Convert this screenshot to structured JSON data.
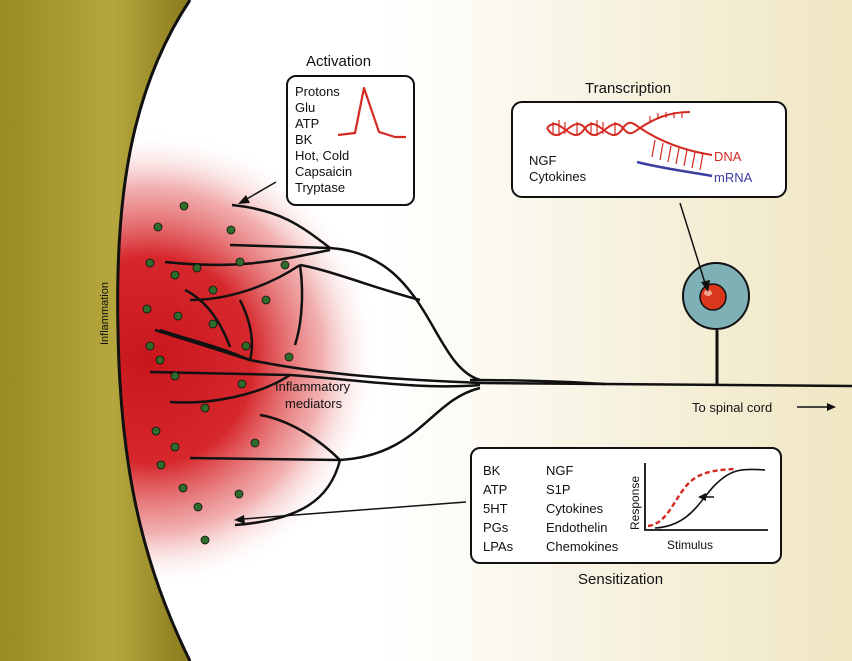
{
  "inflammation_label": "Inflammation",
  "inflammatory_mediators": [
    "Inflammatory",
    "mediators"
  ],
  "to_spinal_cord": "To spinal cord",
  "activation": {
    "title": "Activation",
    "items": [
      "Protons",
      "Glu",
      "ATP",
      "BK",
      "Hot, Cold",
      "Capsaicin",
      "Tryptase"
    ]
  },
  "transcription": {
    "title": "Transcription",
    "left_items": [
      "NGF",
      "Cytokines"
    ],
    "dna_label": "DNA",
    "mrna_label": "mRNA"
  },
  "sensitization": {
    "title": "Sensitization",
    "col1": [
      "BK",
      "ATP",
      "5HT",
      "PGs",
      "LPAs"
    ],
    "col2": [
      "NGF",
      "S1P",
      "Cytokines",
      "Endothelin",
      "Chemokines"
    ],
    "graph_ylabel": "Response",
    "graph_xlabel": "Stimulus"
  },
  "colors": {
    "tissue": "#a89a2e",
    "inflammation_red": "#c8161d",
    "curve_red": "#d42a22",
    "mrna_blue": "#3b3fa0",
    "cell_teal": "#7fb0b5",
    "nucleus_red": "#d8381c",
    "dot_green": "#2f6b2a"
  }
}
